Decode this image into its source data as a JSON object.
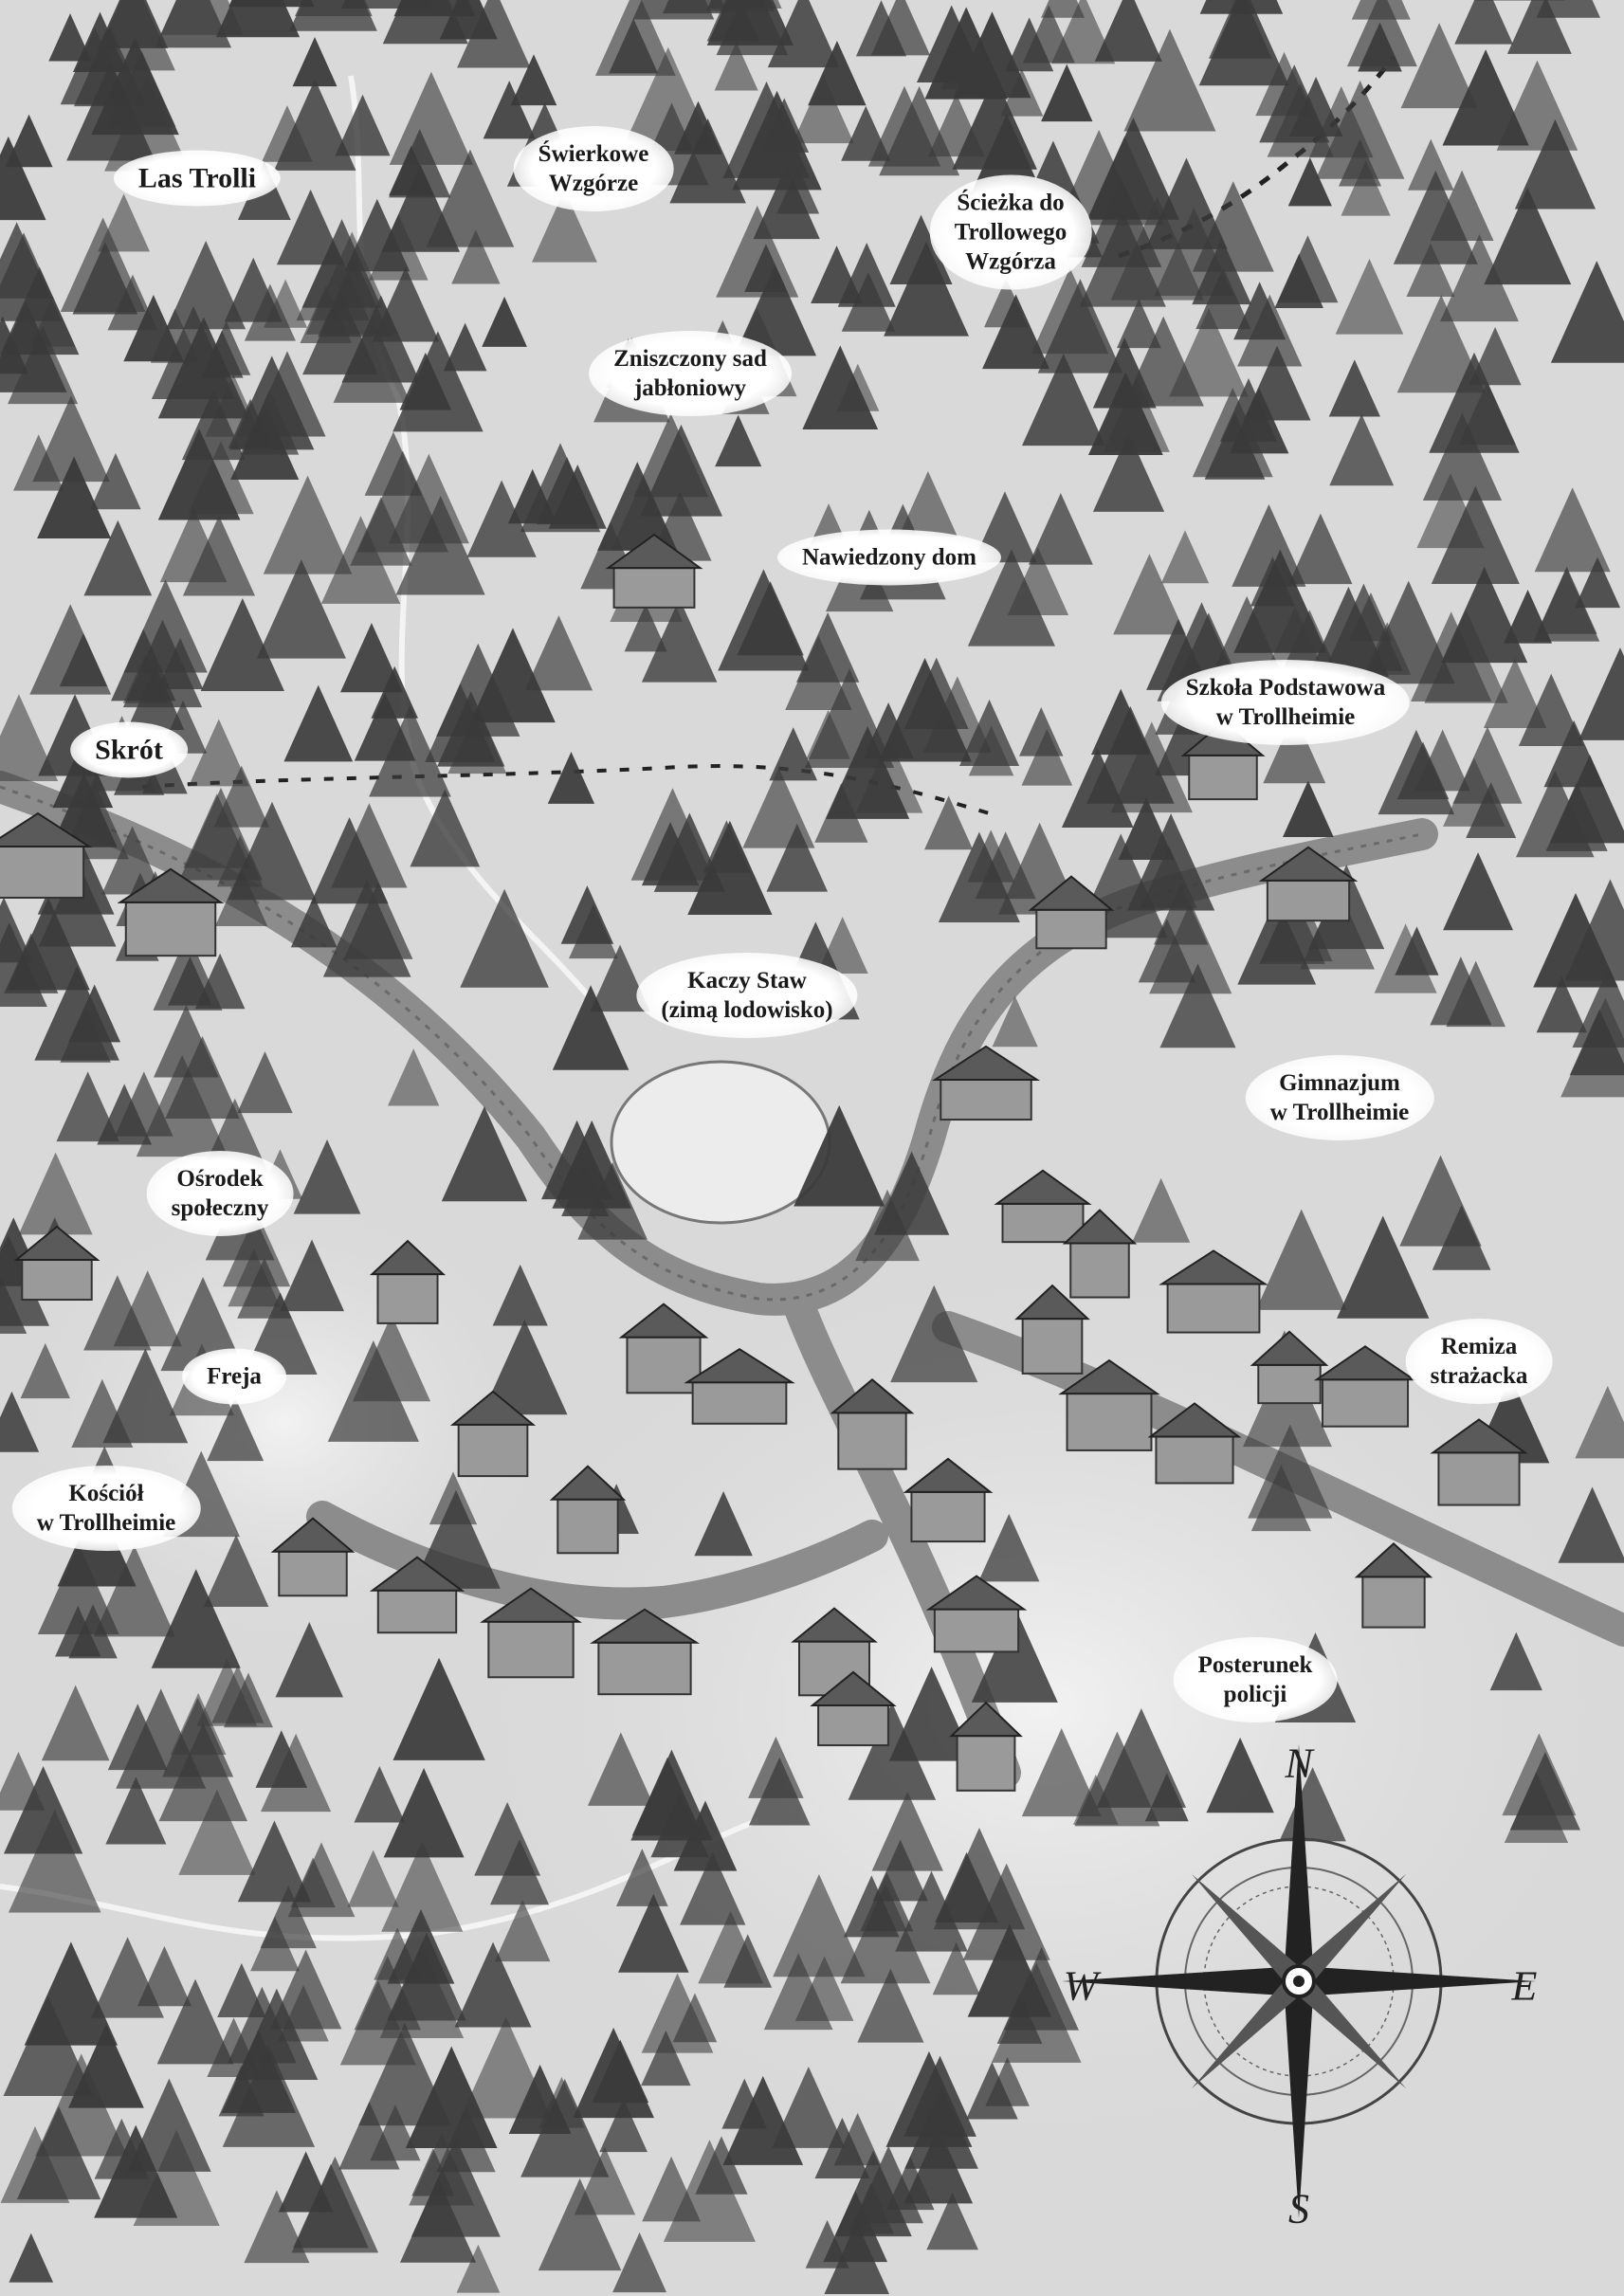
{
  "map": {
    "labels": {
      "las_trolli": "Las Trolli",
      "swierkowe_1": "Świerkowe",
      "swierkowe_2": "Wzgórze",
      "sciezka_1": "Ścieżka do",
      "sciezka_2": "Trollowego",
      "sciezka_3": "Wzgórza",
      "sad_1": "Zniszczony sad",
      "sad_2": "jabłoniowy",
      "nawiedzony": "Nawiedzony dom",
      "szkola_1": "Szkoła Podstawowa",
      "szkola_2": "w Trollheimie",
      "skrot": "Skrót",
      "staw_1": "Kaczy Staw",
      "staw_2": "(zimą lodowisko)",
      "gimnazjum_1": "Gimnazjum",
      "gimnazjum_2": "w Trollheimie",
      "osrodek_1": "Ośrodek",
      "osrodek_2": "społeczny",
      "freja": "Freja",
      "remiza_1": "Remiza",
      "remiza_2": "strażacka",
      "kosciol_1": "Kościół",
      "kosciol_2": "w Trollheimie",
      "posterunek_1": "Posterunek",
      "posterunek_2": "policji"
    },
    "compass": {
      "n": "N",
      "s": "S",
      "e": "E",
      "w": "W"
    },
    "colors": {
      "ground": "#d9d9d9",
      "road": "#8c8c8c",
      "tree": "#3a3a3a",
      "house": "#5a5a5a"
    }
  }
}
